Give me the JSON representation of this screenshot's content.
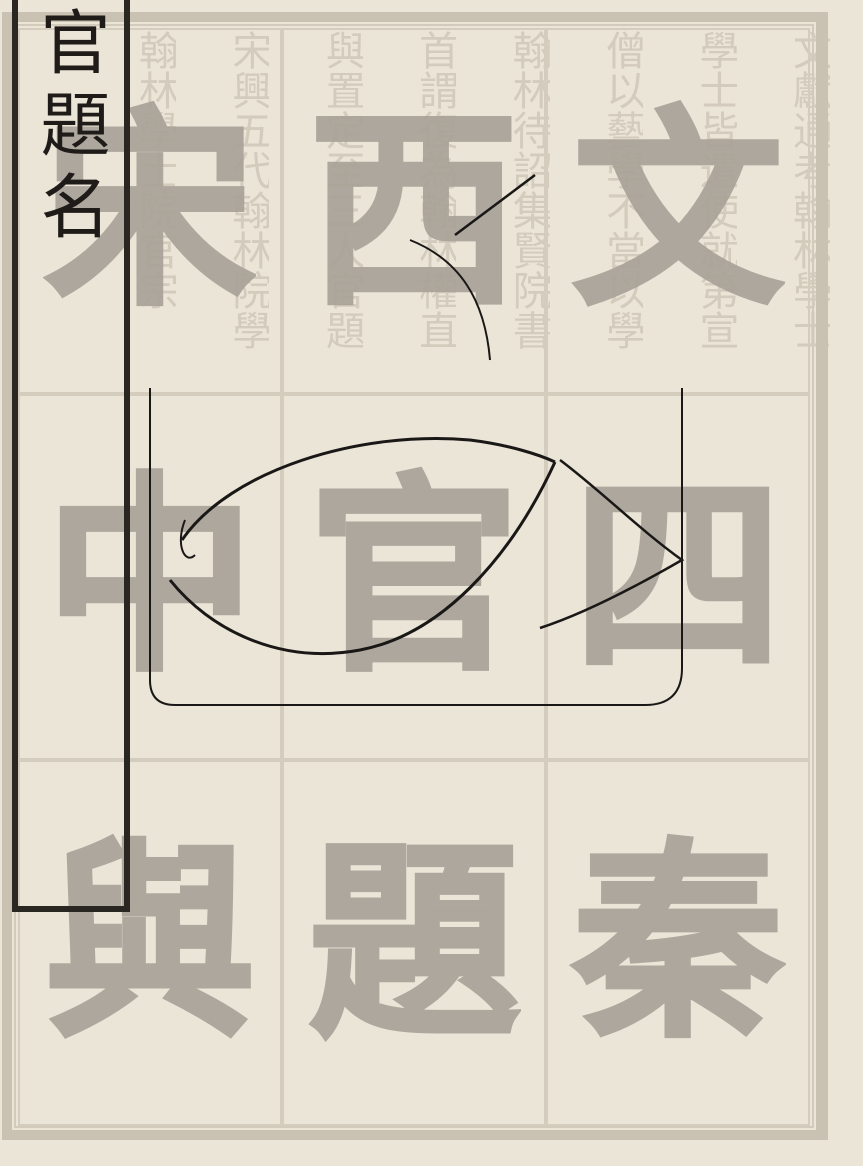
{
  "title_slip": {
    "text": "官題名"
  },
  "seal_cells": [
    {
      "char": "文"
    },
    {
      "char": "西"
    },
    {
      "char": "宋"
    },
    {
      "char": "四"
    },
    {
      "char": "官"
    },
    {
      "char": "中"
    },
    {
      "char": "秦"
    },
    {
      "char": "題"
    },
    {
      "char": "與"
    }
  ],
  "bleed_columns": [
    "文獻通考翰林學士",
    "學士皆遣使就第宣",
    "僧以藝學不當以學",
    "翰林待詔集賢院書",
    "首謂復為翰林權直",
    "與置定至三人官題",
    "宋興五代翰林院學",
    "翰林學士院官宗"
  ],
  "colors": {
    "paper": "#ebe5d8",
    "seal_ink": "#a7a197",
    "slip_ink": "#2a2622",
    "overlay_ink": "#1a1816"
  }
}
